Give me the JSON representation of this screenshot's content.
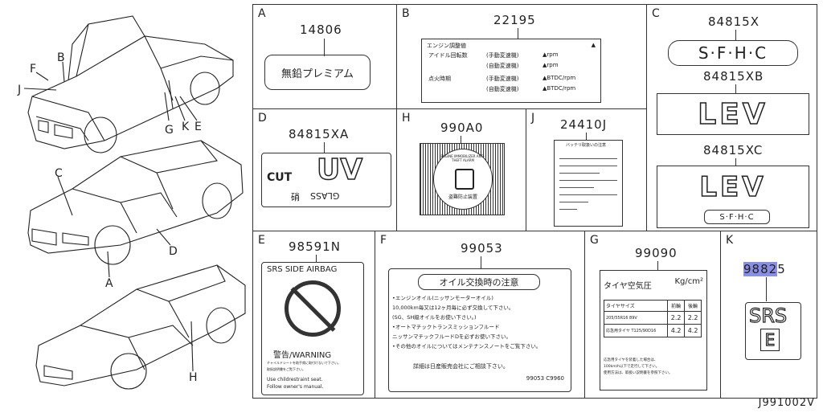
{
  "footer_code": "J991002V",
  "car_labels": {
    "F": "F",
    "B": "B",
    "J": "J",
    "G": "G",
    "K": "K",
    "E": "E",
    "C": "C",
    "D": "D",
    "A": "A",
    "H": "H"
  },
  "cells": {
    "A": {
      "letter": "A",
      "part": "14806",
      "label": "無鉛プレミアム"
    },
    "B": {
      "letter": "B",
      "part": "22195",
      "title": "エンジン調整値",
      "rows": [
        [
          "アイドル回転数",
          "(手動変速機)",
          "▲rpm"
        ],
        [
          "",
          "(自動変速機)",
          "▲rpm"
        ],
        [
          "点火時期",
          "(手動変速機)",
          "▲BTDC/rpm"
        ],
        [
          "",
          "(自動変速機)",
          "▲BTDC/rpm"
        ]
      ],
      "warn": "▲"
    },
    "C": {
      "letter": "C",
      "part1": "84815X",
      "badge1": "S·F·H·C",
      "part2": "84815XB",
      "badge2": "LEV",
      "part3": "84815XC",
      "badge3": "LEV",
      "badge3sub": "S·F·H·C"
    },
    "D": {
      "letter": "D",
      "part": "84815XA",
      "uv": "UV",
      "cut": "CUT",
      "glass": "GLASS",
      "glass_jp": "硝"
    },
    "H": {
      "letter": "H",
      "part": "990A0",
      "ring_top": "ENGINE IMMOBILIZER ANTI-THEFT ALARM",
      "ring_bottom": "盗難防止装置"
    },
    "J": {
      "letter": "J",
      "part": "24410J",
      "header": "バッテリ取扱いの注意"
    },
    "E": {
      "letter": "E",
      "part": "98591N",
      "header": "SRS SIDE AIRBAG",
      "warning": "警告/WARNING",
      "jp1": "チャイルドシートを助手席に取付けないで下さい。",
      "jp2": "取扱説明書をご覧下さい。",
      "en1": "Use childrestraint seat.",
      "en2": "Follow owner's manual."
    },
    "F": {
      "letter": "F",
      "part": "99053",
      "title": "オイル交換時の注意",
      "lines": [
        "•エンジンオイル(ニッサンモーターオイル)",
        "10,000km毎又は12ヶ月毎に必ず交換して下さい。",
        "(SG、SH級オイルをお使い下さい。)",
        "•オートマチックトランスミッションフルード",
        "ニッサンマチックフルードDを必ずお使い下さい。",
        "•その他のオイルについてはメンテナンスノートをご覧下さい。"
      ],
      "footer": "詳細は日産販売会社にご相談下さい。",
      "code": "99053 C9960"
    },
    "G": {
      "letter": "G",
      "part": "99090",
      "title": "タイヤ空気圧",
      "unit": "Kg/cm²",
      "col_size": "タイヤサイズ",
      "col_front": "前輪",
      "col_rear": "後輪",
      "rows": [
        [
          "205/55R16 89V",
          "2.2",
          "2.2"
        ],
        [
          "応急用タイヤ T125/90D16",
          "4.2",
          "4.2"
        ]
      ],
      "note1": "応急用タイヤを装着した場合は、",
      "note2": "100km/h以下で走行して下さい。",
      "note3": "使用方法は、取扱い説明書を参照下さい。"
    },
    "K": {
      "letter": "K",
      "part_hl": "9882",
      "part_rest": "5",
      "srs": "SRS",
      "e": "E"
    }
  }
}
